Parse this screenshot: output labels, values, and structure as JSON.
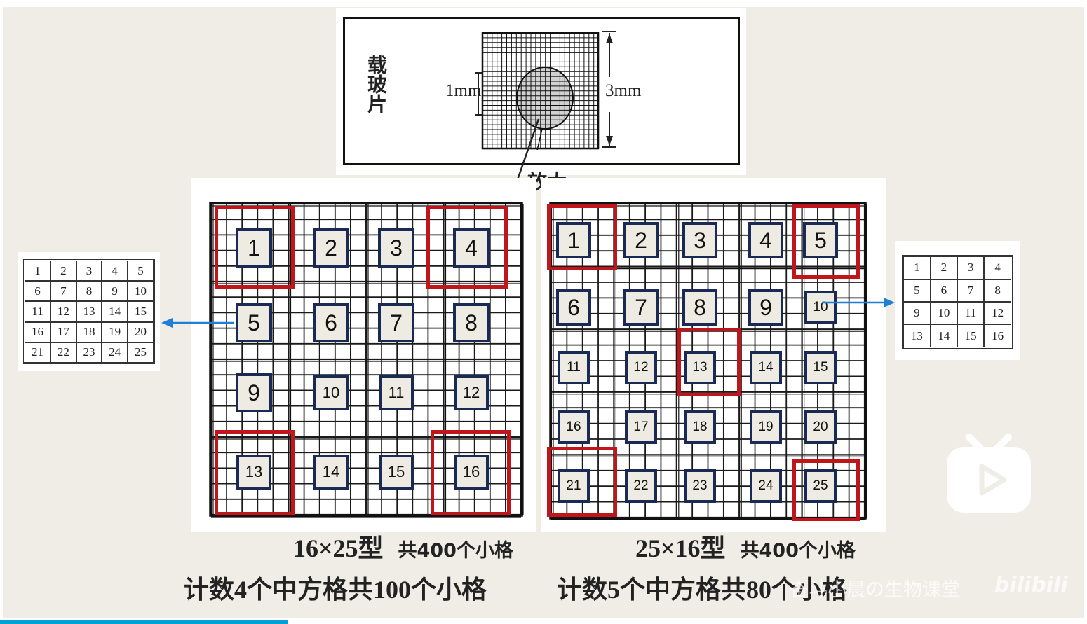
{
  "top_figure": {
    "slide_label": "载玻片",
    "dim_1mm": "1mm",
    "dim_3mm": "3mm",
    "magnify_label": "放大"
  },
  "left_chamber": {
    "squares": [
      "1",
      "2",
      "3",
      "4",
      "5",
      "6",
      "7",
      "8",
      "9",
      "10",
      "11",
      "12",
      "13",
      "14",
      "15",
      "16"
    ],
    "counted": [
      "1",
      "4",
      "13",
      "16"
    ],
    "caption_type": "16×25型",
    "caption_total": "共400个小格",
    "caption_count": "计数4个中方格共100个小格"
  },
  "right_chamber": {
    "squares": [
      "1",
      "2",
      "3",
      "4",
      "5",
      "6",
      "7",
      "8",
      "9",
      "10",
      "11",
      "12",
      "13",
      "14",
      "15",
      "16",
      "17",
      "18",
      "19",
      "20",
      "21",
      "22",
      "23",
      "24",
      "25"
    ],
    "counted": [
      "1",
      "5",
      "13",
      "21",
      "25"
    ],
    "caption_type": "25×16型",
    "caption_total": "共400个小格",
    "caption_count": "计数5个中方格共80个小格"
  },
  "left_detail": {
    "rows": [
      [
        "1",
        "2",
        "3",
        "4",
        "5"
      ],
      [
        "6",
        "7",
        "8",
        "9",
        "10"
      ],
      [
        "11",
        "12",
        "13",
        "14",
        "15"
      ],
      [
        "16",
        "17",
        "18",
        "19",
        "20"
      ],
      [
        "21",
        "22",
        "23",
        "24",
        "25"
      ]
    ]
  },
  "right_detail": {
    "rows": [
      [
        "1",
        "2",
        "3",
        "4"
      ],
      [
        "5",
        "6",
        "7",
        "8"
      ],
      [
        "9",
        "10",
        "11",
        "12"
      ],
      [
        "13",
        "14",
        "15",
        "16"
      ]
    ]
  },
  "watermark": {
    "channel": "奋斗小晨の生物课堂",
    "logo": "bilibili"
  },
  "player": {
    "progress": 0.265
  },
  "colors": {
    "red": "#c0151b",
    "navy": "#1b2a55",
    "progress": "#00a1d6",
    "arrow": "#1f7fd6"
  }
}
